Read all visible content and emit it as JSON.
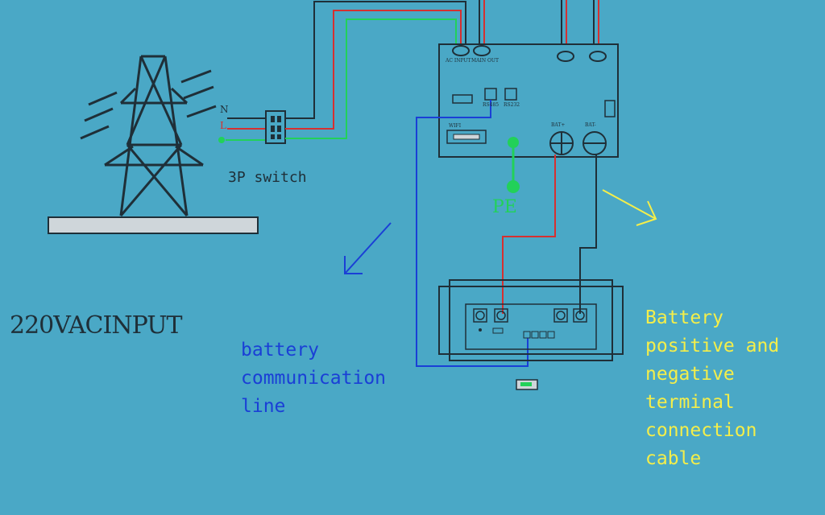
{
  "labels": {
    "input_title": "220VACINPUT",
    "switch_label": "3P switch",
    "comm_line": "battery\ncommunication\nline",
    "battery_cable": "Battery\npositive and\nnegative\nterminal\nconnection\ncable",
    "pe": "PE",
    "n": "N",
    "l": "L"
  },
  "inverter": {
    "ac_input": "AC INPUT",
    "main_out": "MAIN OUT",
    "rs485": "RS485",
    "rs232": "RS232",
    "wifi": "WIFI",
    "bat_pos": "BAT+",
    "bat_neg": "BAT-"
  },
  "colors": {
    "background": "#4aa8c6",
    "neutral_wire": "#1f2f38",
    "live_wire": "#d63030",
    "earth_wire": "#22d159",
    "comm_wire": "#1a3fd6",
    "note_text": "#f4ee4a"
  }
}
